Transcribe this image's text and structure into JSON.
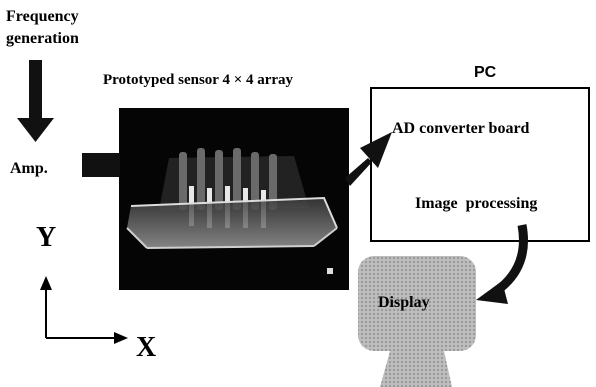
{
  "labels": {
    "frequency_line1": "Frequency",
    "frequency_line2": "generation",
    "amp": "Amp.",
    "sensor_caption": "Prototyped sensor 4 × 4 array",
    "pc": "PC",
    "ad_converter": "AD converter board",
    "image_processing": "Image processing",
    "display": "Display",
    "axis_y": "Y",
    "axis_x": "X"
  },
  "colors": {
    "arrow": "#111111",
    "photo_bg": "#050505",
    "monitor": "#b9b9b9",
    "monitor_screen": "#9c9c9c"
  }
}
